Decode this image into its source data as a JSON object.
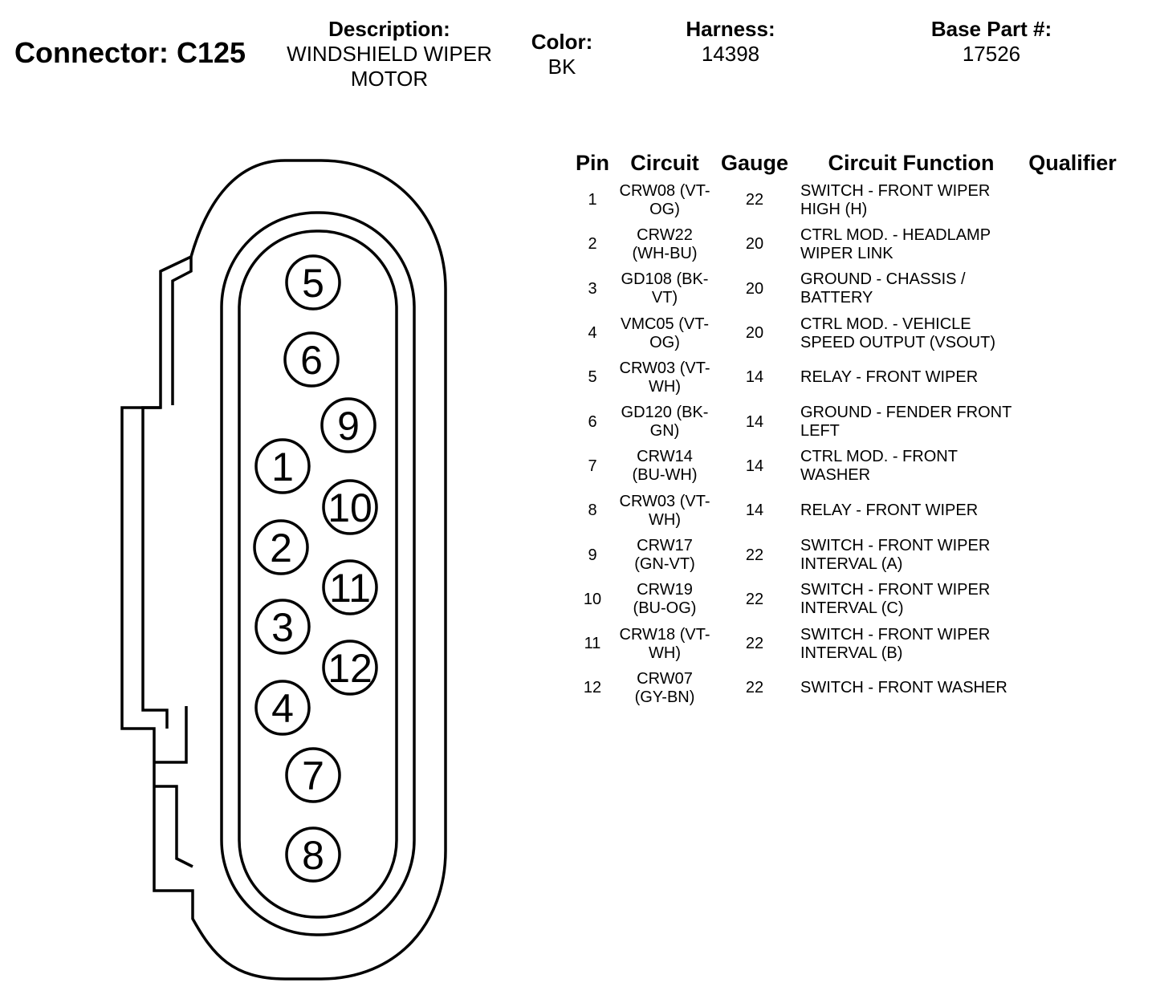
{
  "header": {
    "connector_title": "Connector: C125",
    "description_label": "Description:",
    "description_line1": "WINDSHIELD WIPER",
    "description_line2": "MOTOR",
    "color_label": "Color:",
    "color_value": "BK",
    "harness_label": "Harness:",
    "harness_value": "14398",
    "base_part_label": "Base Part #:",
    "base_part_value": "17526"
  },
  "table": {
    "columns": [
      "Pin",
      "Circuit",
      "Gauge",
      "Circuit Function",
      "Qualifier"
    ],
    "rows": [
      {
        "pin": "1",
        "circuit_l1": "CRW08 (VT-",
        "circuit_l2": "OG)",
        "gauge": "22",
        "func_l1": "SWITCH - FRONT WIPER",
        "func_l2": "HIGH (H)",
        "qualifier": ""
      },
      {
        "pin": "2",
        "circuit_l1": "CRW22",
        "circuit_l2": "(WH-BU)",
        "gauge": "20",
        "func_l1": "CTRL MOD. - HEADLAMP",
        "func_l2": "WIPER LINK",
        "qualifier": ""
      },
      {
        "pin": "3",
        "circuit_l1": "GD108 (BK-",
        "circuit_l2": "VT)",
        "gauge": "20",
        "func_l1": "GROUND - CHASSIS /",
        "func_l2": "BATTERY",
        "qualifier": ""
      },
      {
        "pin": "4",
        "circuit_l1": "VMC05 (VT-",
        "circuit_l2": "OG)",
        "gauge": "20",
        "func_l1": "CTRL MOD. - VEHICLE",
        "func_l2": "SPEED OUTPUT (VSOUT)",
        "qualifier": ""
      },
      {
        "pin": "5",
        "circuit_l1": "CRW03 (VT-",
        "circuit_l2": "WH)",
        "gauge": "14",
        "func_l1": "RELAY - FRONT WIPER",
        "func_l2": "",
        "qualifier": ""
      },
      {
        "pin": "6",
        "circuit_l1": "GD120 (BK-",
        "circuit_l2": "GN)",
        "gauge": "14",
        "func_l1": "GROUND - FENDER FRONT",
        "func_l2": "LEFT",
        "qualifier": ""
      },
      {
        "pin": "7",
        "circuit_l1": "CRW14",
        "circuit_l2": "(BU-WH)",
        "gauge": "14",
        "func_l1": "CTRL MOD. - FRONT",
        "func_l2": "WASHER",
        "qualifier": ""
      },
      {
        "pin": "8",
        "circuit_l1": "CRW03 (VT-",
        "circuit_l2": "WH)",
        "gauge": "14",
        "func_l1": "RELAY - FRONT WIPER",
        "func_l2": "",
        "qualifier": ""
      },
      {
        "pin": "9",
        "circuit_l1": "CRW17",
        "circuit_l2": "(GN-VT)",
        "gauge": "22",
        "func_l1": "SWITCH - FRONT WIPER",
        "func_l2": "INTERVAL (A)",
        "qualifier": ""
      },
      {
        "pin": "10",
        "circuit_l1": "CRW19",
        "circuit_l2": "(BU-OG)",
        "gauge": "22",
        "func_l1": "SWITCH - FRONT WIPER",
        "func_l2": "INTERVAL (C)",
        "qualifier": ""
      },
      {
        "pin": "11",
        "circuit_l1": "CRW18 (VT-",
        "circuit_l2": "WH)",
        "gauge": "22",
        "func_l1": "SWITCH - FRONT WIPER",
        "func_l2": "INTERVAL (B)",
        "qualifier": ""
      },
      {
        "pin": "12",
        "circuit_l1": "CRW07",
        "circuit_l2": "(GY-BN)",
        "gauge": "22",
        "func_l1": "SWITCH - FRONT WASHER",
        "func_l2": "",
        "qualifier": ""
      }
    ]
  },
  "diagram": {
    "pin_labels": [
      "5",
      "6",
      "9",
      "1",
      "10",
      "2",
      "11",
      "3",
      "12",
      "4",
      "7",
      "8"
    ]
  }
}
